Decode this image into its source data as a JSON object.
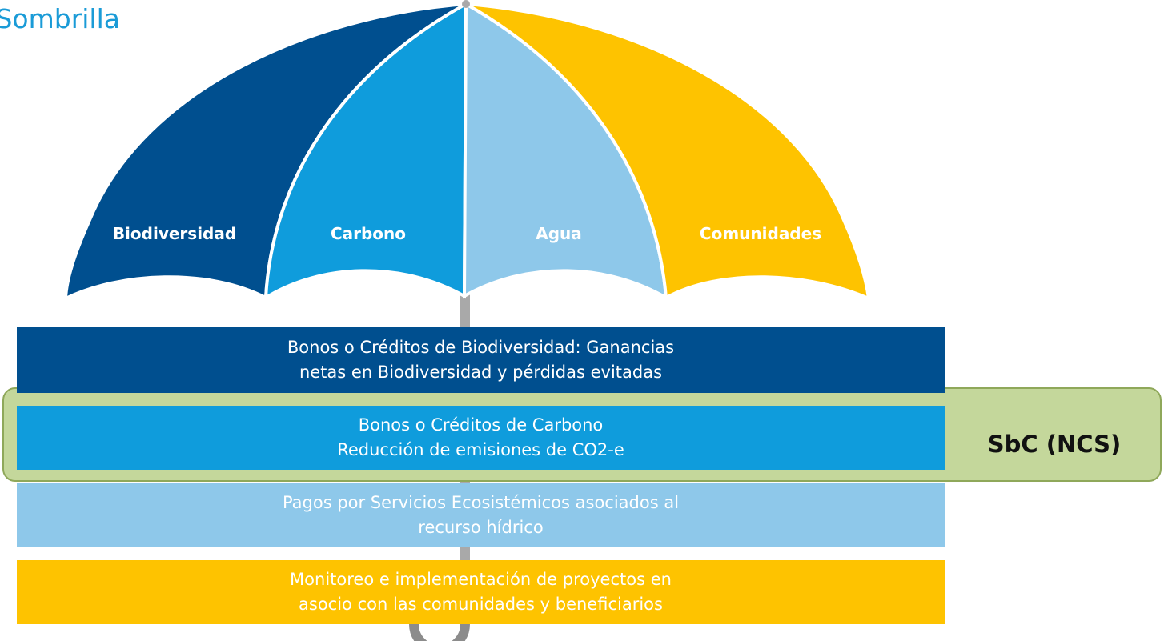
{
  "title": "Sombrilla",
  "umbrella": {
    "segments": [
      {
        "label": "Biodiversidad",
        "color": "#004f8f"
      },
      {
        "label": "Carbono",
        "color": "#0f9cdc"
      },
      {
        "label": "Agua",
        "color": "#8ec8ea"
      },
      {
        "label": "Comunidades",
        "color": "#fec300"
      }
    ],
    "handle_color": "#a9a9a9"
  },
  "rows": [
    {
      "lines": [
        "Bonos  o Créditos de Biodiversidad: Ganancias",
        "netas en Biodiversidad y pérdidas evitadas"
      ],
      "color": "#004f8f"
    },
    {
      "lines": [
        "Bonos o Créditos  de Carbono",
        "Reducción de emisiones de CO2-e"
      ],
      "color": "#0f9cdc"
    },
    {
      "lines": [
        "Pagos por Servicios Ecosistémicos asociados al",
        "recurso hídrico"
      ],
      "color": "#8ec8ea"
    },
    {
      "lines": [
        "Monitoreo e implementación de proyectos en",
        "asocio con las comunidades y beneficiarios"
      ],
      "color": "#fec300"
    }
  ],
  "highlight": {
    "label": "SbC (NCS)",
    "color": "#c4d79b"
  }
}
